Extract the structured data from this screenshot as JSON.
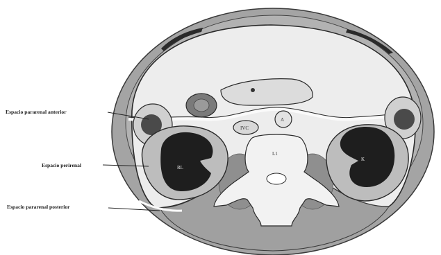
{
  "labels": {
    "anterior_pararenal": "Espacio pararenal anterior",
    "perirenal": "Espacio perirenal",
    "posterior_pararenal": "Espacio pararenal posterior"
  },
  "organ_marks": {
    "vertebra": "L1",
    "left_kidney": "RL",
    "right_kidney": "K",
    "vena_cava": "IVC",
    "aorta": "A"
  },
  "colors": {
    "tissue_gray": "#9c9c9c",
    "cavity_light": "#ededed",
    "kidney_dark": "#1e1e1e",
    "outline": "#2a2a2a"
  }
}
